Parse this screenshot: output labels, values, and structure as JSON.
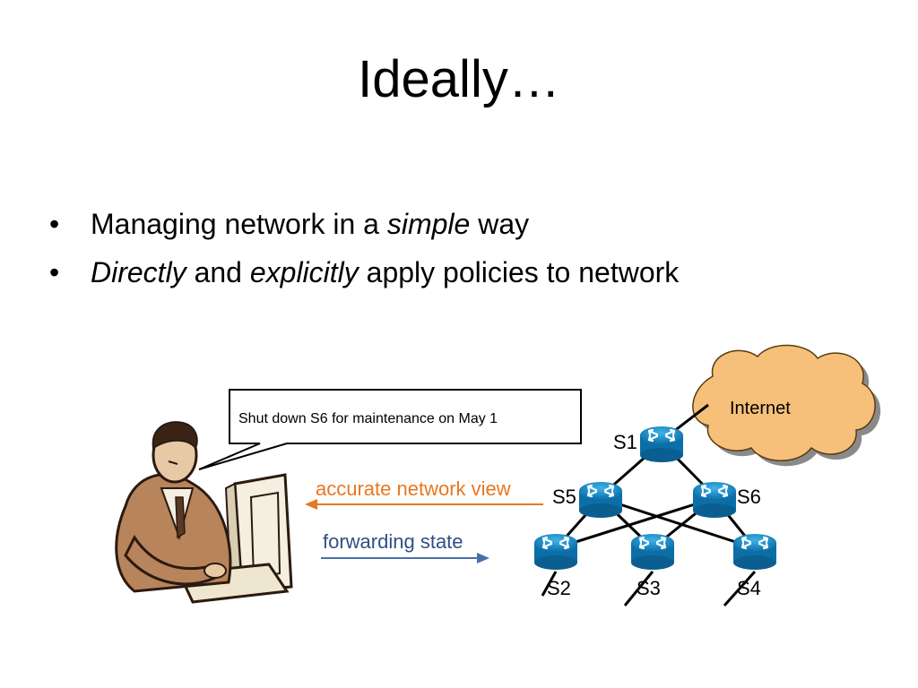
{
  "slide": {
    "title": "Ideally…",
    "bullets": [
      {
        "parts": [
          "Managing network in a ",
          "simple",
          " way"
        ]
      },
      {
        "parts": [
          "Directly",
          " and ",
          "explicitly",
          " apply policies to network"
        ]
      }
    ]
  },
  "diagram": {
    "speech_bubble": "Shut down S6 for maintenance on May 1",
    "cloud_label": "Internet",
    "arrow_view_label": "accurate network view",
    "arrow_state_label": "forwarding state",
    "switch_labels": {
      "s1": "S1",
      "s2": "S2",
      "s3": "S3",
      "s4": "S4",
      "s5": "S5",
      "s6": "S6"
    },
    "colors": {
      "arrow_view": "#e87722",
      "arrow_state": "#4a70a8",
      "switch_fill": "#1a8fd0",
      "cloud_fill": "#f6c07a"
    }
  }
}
